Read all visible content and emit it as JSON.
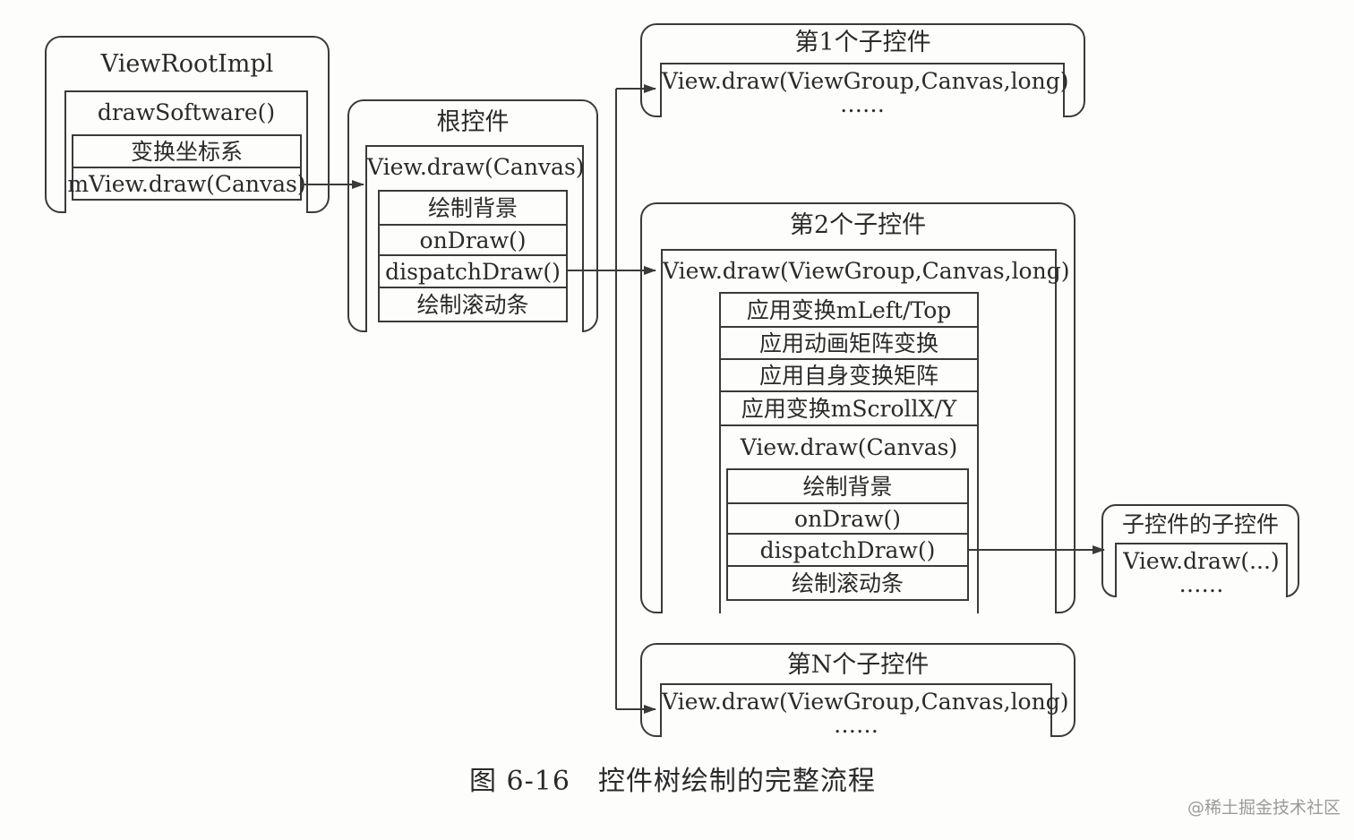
{
  "view_root": {
    "title": "ViewRootImpl",
    "method": "drawSoftware()",
    "steps": [
      "变换坐标系",
      "mView.draw(Canvas)"
    ]
  },
  "root_control": {
    "title": "根控件",
    "method": "View.draw(Canvas)",
    "steps": [
      "绘制背景",
      "onDraw()",
      "dispatchDraw()",
      "绘制滚动条"
    ]
  },
  "child1": {
    "title": "第1个子控件",
    "method": "View.draw(ViewGroup,Canvas,long)",
    "ellipsis": "……"
  },
  "child2": {
    "title": "第2个子控件",
    "method": "View.draw(ViewGroup,Canvas,long)",
    "steps": [
      "应用变换mLeft/Top",
      "应用动画矩阵变换",
      "应用自身变换矩阵",
      "应用变换mScrollX/Y"
    ],
    "inner_method": "View.draw(Canvas)",
    "inner_steps": [
      "绘制背景",
      "onDraw()",
      "dispatchDraw()",
      "绘制滚动条"
    ]
  },
  "childN": {
    "title": "第N个子控件",
    "method": "View.draw(ViewGroup,Canvas,long)",
    "ellipsis": "……"
  },
  "grandchild": {
    "title": "子控件的子控件",
    "method": "View.draw(...)",
    "ellipsis": "……"
  },
  "caption": "图 6-16　控件树绘制的完整流程",
  "watermark": "@稀土掘金技术社区"
}
